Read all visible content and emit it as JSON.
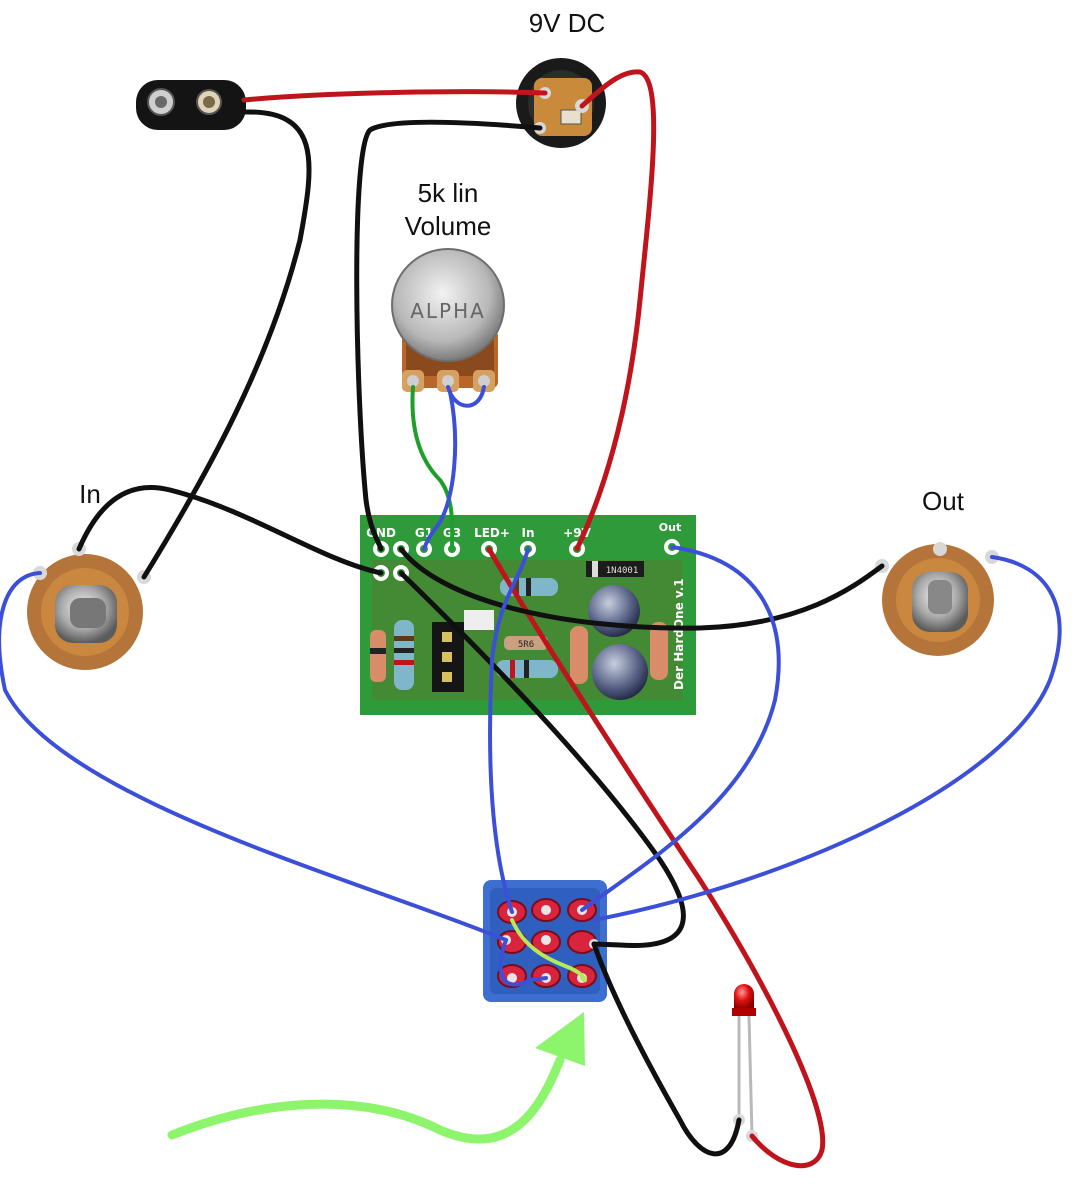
{
  "labels": {
    "power": "9V DC",
    "pot_line1": "5k lin",
    "pot_line2": "Volume",
    "input": "In",
    "output": "Out"
  },
  "pot_marking": "ALPHA",
  "pcb": {
    "pads": [
      "GND",
      "G1",
      "G3",
      "LED+",
      "In",
      "+9V",
      "Out"
    ],
    "title": "Der HardOne v.1",
    "diode_marking": "1N4001",
    "resistor_marking": "5R6"
  },
  "colors": {
    "wire_red": "#c0141c",
    "wire_black": "#101010",
    "wire_blue": "#3c4fd8",
    "wire_green": "#1e9e2a",
    "wire_lightgreen": "#b6e85a",
    "arrow": "#8cf56c",
    "pcb_green": "#2f9a3a",
    "switch_blue": "#3d6fd0",
    "lug_red": "#d8243c",
    "led_red": "#e01010"
  }
}
